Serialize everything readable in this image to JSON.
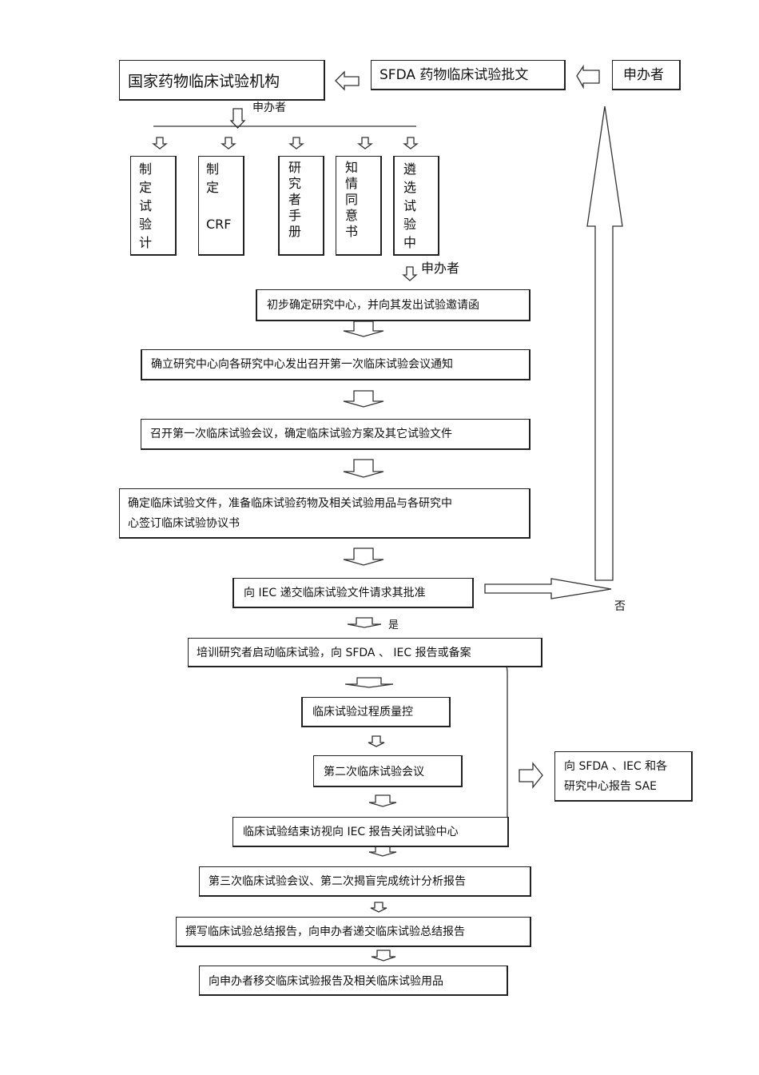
{
  "title_boxes": {
    "institution": "国家药物临床试验机构",
    "sfda_approval": "SFDA  药物临床试验批文",
    "sponsor": "申办者"
  },
  "labels": {
    "sponsor_top": "申办者",
    "sponsor_mid": "申办者",
    "yes": "是",
    "no": "否"
  },
  "prep_docs": [
    {
      "text": "制\n定\n试\n验\n计"
    },
    {
      "text": "制\n定\n\nCRF"
    },
    {
      "text": "研\n究\n者\n手\n册"
    },
    {
      "text": "知\n情\n同\n意\n书"
    },
    {
      "text": "遴\n选\n试\n验\n中"
    }
  ],
  "steps": [
    {
      "id": "s1",
      "text": "初步确定研究中心，并向其发出试验邀请函"
    },
    {
      "id": "s2",
      "text": "确立研究中心向各研究中心发出召开第一次临床试验会议通知"
    },
    {
      "id": "s3",
      "text": "召开第一次临床试验会议，确定临床试验方案及其它试验文件"
    },
    {
      "id": "s4a",
      "text": "确定临床试验文件，准备临床试验药物及相关试验用品与各研究中"
    },
    {
      "id": "s4b",
      "text": "心签订临床试验协议书"
    },
    {
      "id": "s5",
      "text": "向  IEC  递交临床试验文件请求其批准"
    },
    {
      "id": "s6",
      "text": "培训研究者启动临床试验，向      SFDA 、 IEC  报告或备案"
    },
    {
      "id": "s7",
      "text": "临床试验过程质量控"
    },
    {
      "id": "s8",
      "text": "第二次临床试验会议"
    },
    {
      "id": "s9",
      "text": "临床试验结束访视向     IEC  报告关闭试验中心"
    },
    {
      "id": "s10",
      "text": "第三次临床试验会议、第二次揭盲完成统计分析报告"
    },
    {
      "id": "s11",
      "text": "撰写临床试验总结报告，向申办者递交临床试验总结报告"
    },
    {
      "id": "s12",
      "text": "向申办者移交临床试验报告及相关临床试验用品"
    }
  ],
  "sae_box": {
    "line1": "向 SFDA 、IEC  和各",
    "line2": "研究中心报告    SAE"
  }
}
